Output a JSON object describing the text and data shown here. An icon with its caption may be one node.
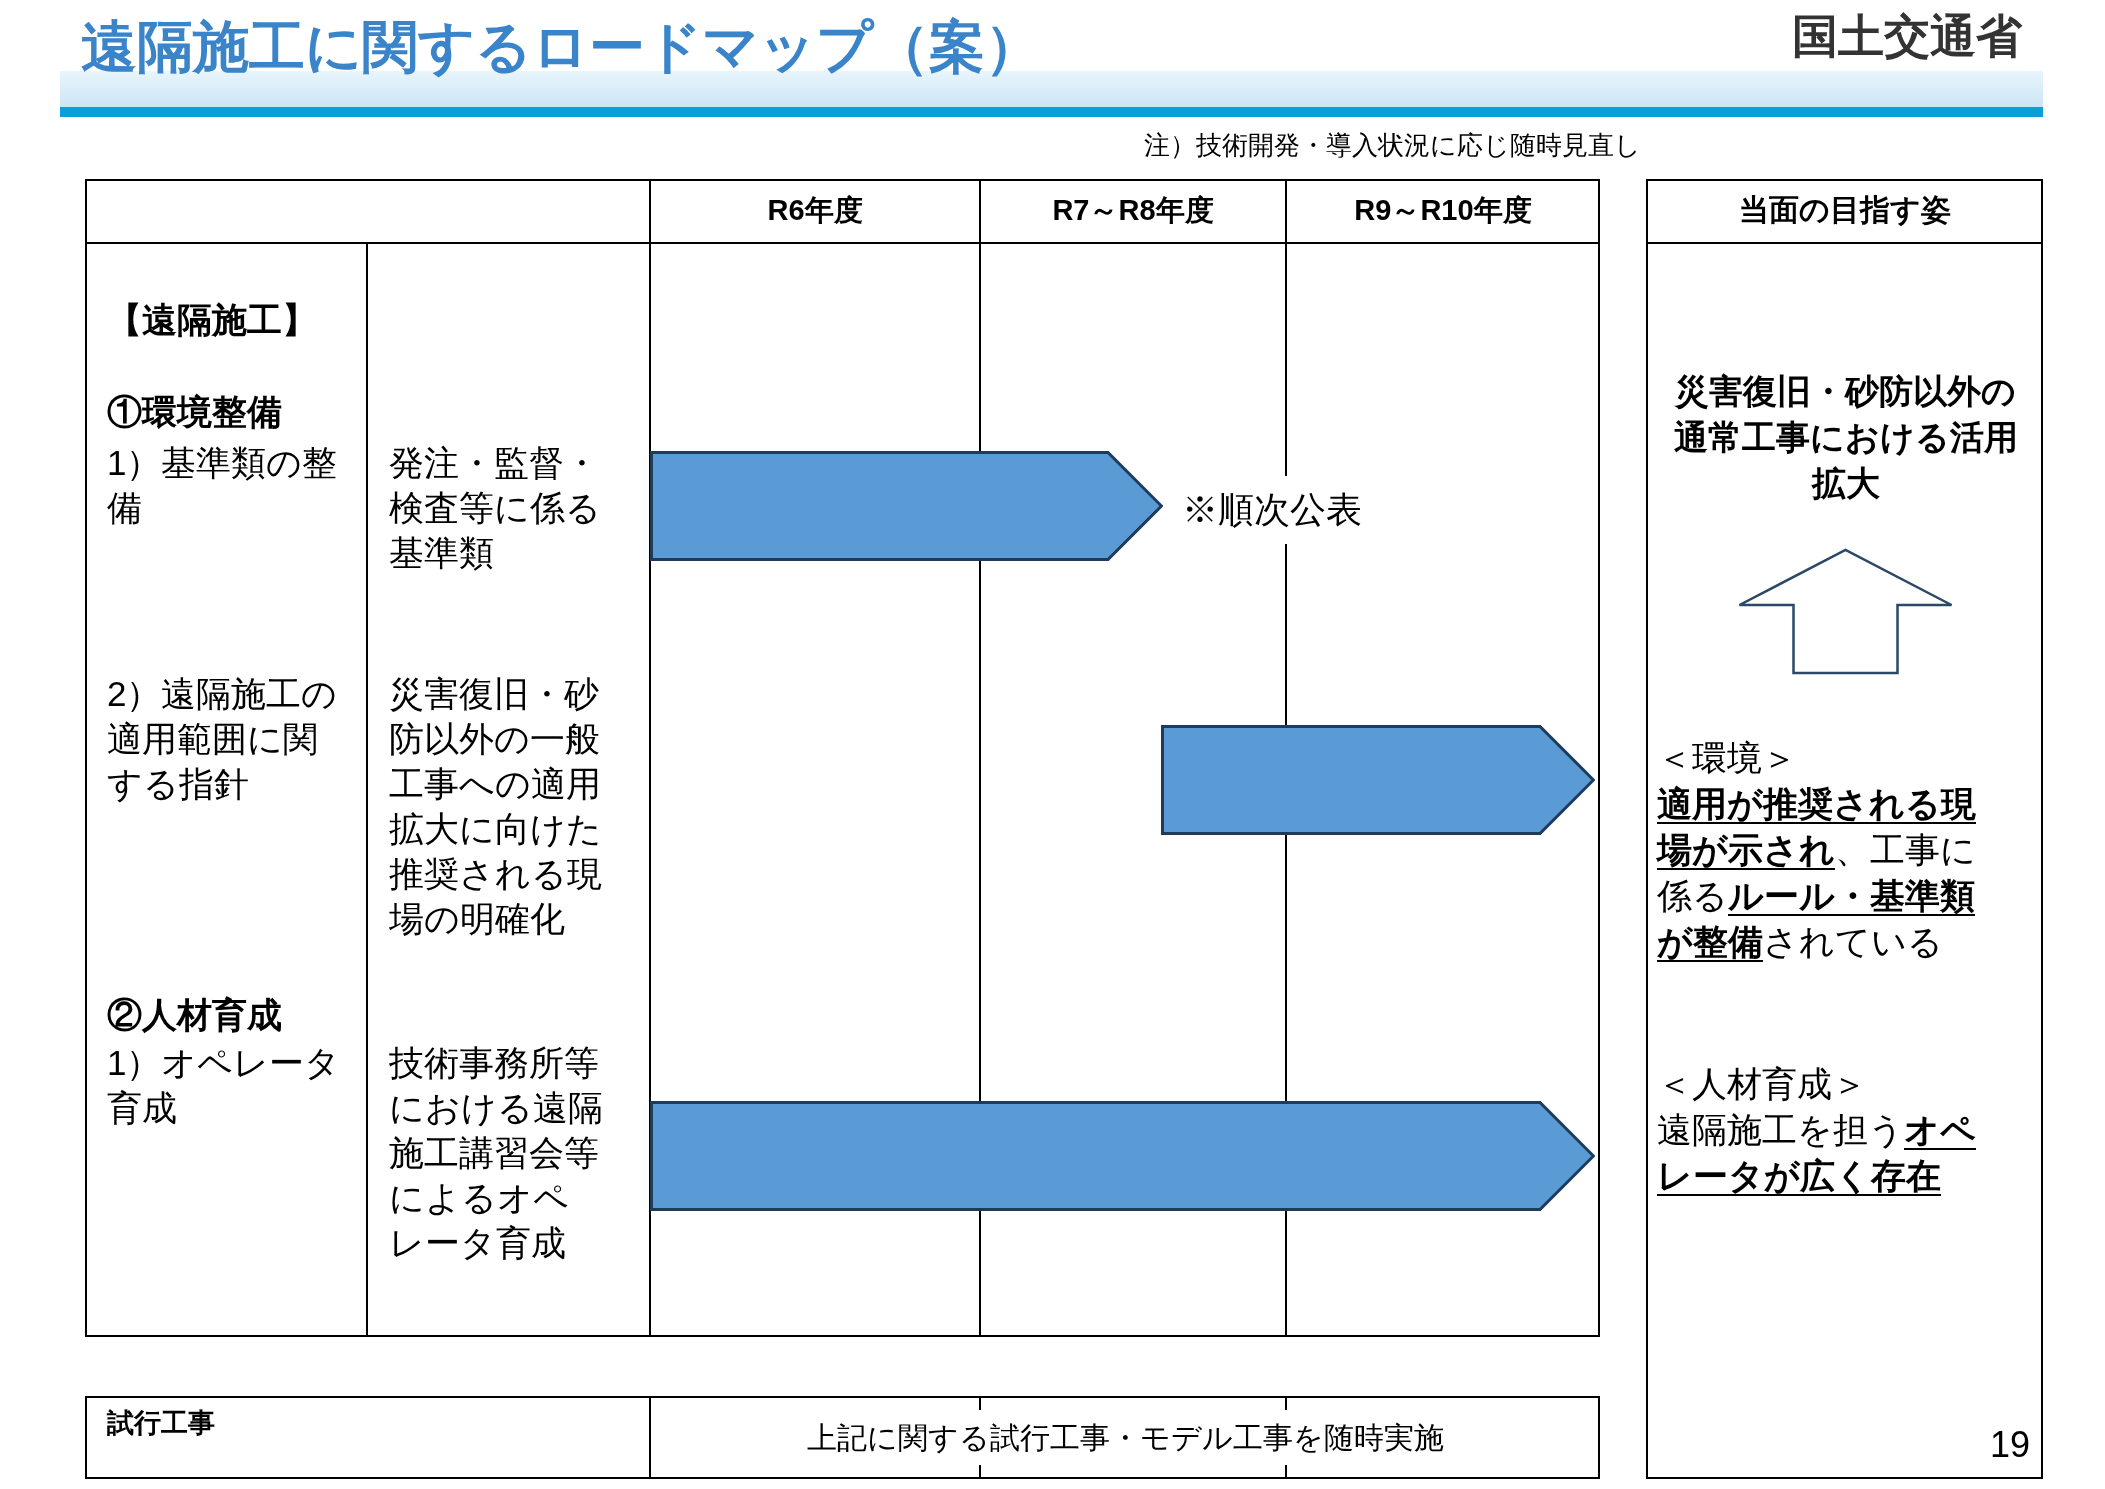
{
  "diagram": {
    "title": "遠隔施工に関するロードマップ（案）",
    "nodes": [
      {
        "text": [],
        "shape": "arrow",
        "beside": [
          "※順次公表"
        ]
      },
      {
        "text": [],
        "shape": "arrow"
      },
      {
        "text": [],
        "shape": "arrow"
      },
      {
        "text": [
          "当面の目指す姿"
        ]
      },
      {
        "text": [
          "災害復旧・砂防以外の通常工事における活用拡大"
        ],
        "in": 3
      },
      {
        "text": [
          "＜環境＞",
          "**適用が推奨される現場が示され**、工事に係る**ルール・基準類が整備**されている"
        ],
        "in": 3
      },
      {
        "text": [
          "＜人材育成＞",
          "遠隔施工を担う**オペレータが広く存在**"
        ],
        "in": 3
      }
    ],
    "edges": [
      {
        "from": 5,
        "to": 4,
        "arrow": "to"
      }
    ],
    "labels": [
      "国土交通省",
      "注）技術開発・導入状況に応じ随時見直し",
      "R6年度",
      "R7～R8年度",
      "R9～R10年度",
      "【遠隔施工】",
      "①環境整備",
      "1）基準類の整備",
      "発注・監督・検査等に係る基準類",
      "2）遠隔施工の適用範囲に関する指針",
      "災害復旧・砂防以外の一般工事への適用拡大に向けた推奨される現場の明確化",
      "②人材育成",
      "1）オペレータ育成",
      "技術事務所等における遠隔施工講習会等によるオペレータ育成",
      "試行工事",
      "上記に関する試行工事・モデル工事を随時実施",
      "19"
    ]
  }
}
